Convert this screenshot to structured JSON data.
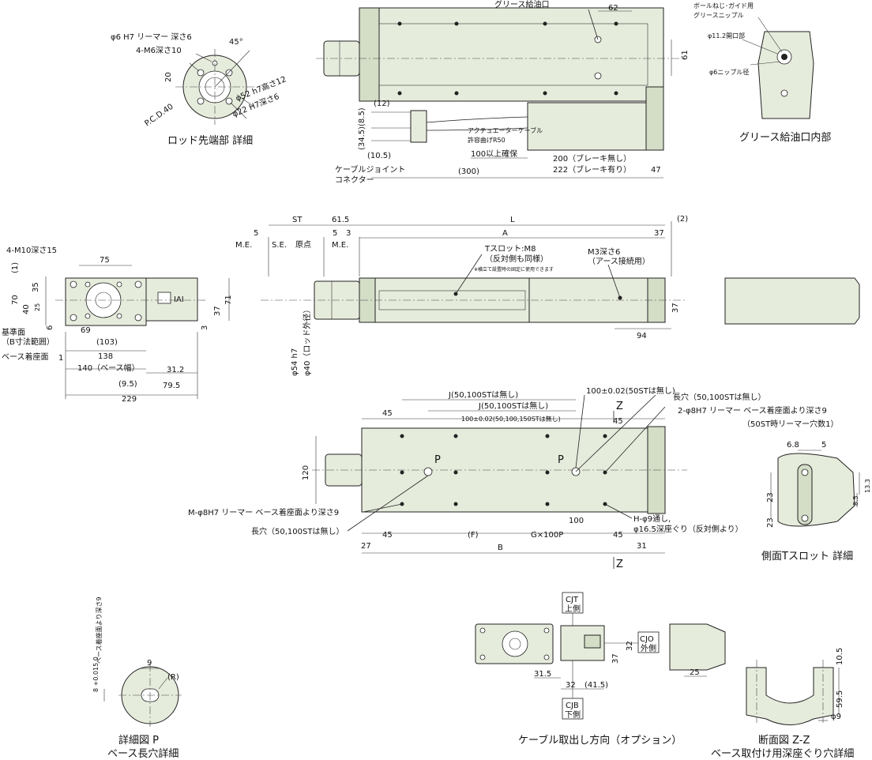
{
  "rod_detail": {
    "title": "ロッド先端部 詳細",
    "labels": [
      "φ6 H7 リーマー 深さ6",
      "4-M6深さ10",
      "45°",
      "20",
      "φ52 h7高さ12",
      "P.C.D.40",
      "φ22 H7深さ6"
    ]
  },
  "top_view": {
    "labels": [
      "グリース給油口",
      "62",
      "61",
      "(12)",
      "(8.5)",
      "(34.5)",
      "(10.5)",
      "アクチュエーターケーブル",
      "許容曲げR50",
      "100以上確保",
      "(300)",
      "200（ブレーキ無し）",
      "222（ブレーキ有り）",
      "47",
      "ケーブルジョイント",
      "コネクター"
    ]
  },
  "grease_detail": {
    "title": "グリース給油口内部",
    "labels": [
      "ボールねじ･ガイド用",
      "グリースニップル",
      "φ11.2開口部",
      "φ6ニップル径"
    ]
  },
  "front_end_view": {
    "labels": [
      "4-M10深さ15",
      "75",
      "(1)",
      "35",
      "70",
      "40",
      "25",
      "6",
      "69",
      "(103)",
      "138",
      "140（ベース幅）",
      "(9.5)",
      "79.5",
      "31.2",
      "229",
      "37",
      "71",
      "3",
      "1",
      "基準面",
      "（B寸法範囲）",
      "ベース着座面",
      "IAI"
    ]
  },
  "side_view": {
    "labels": [
      "ST",
      "61.5",
      "L",
      "(2)",
      "5",
      "5",
      "3",
      "A",
      "37",
      "M.E.",
      "S.E.",
      "原点",
      "M.E.",
      "Tスロット:M8",
      "（反対側も同様）",
      "※横立て設置時の固定に使用できます",
      "M3深さ6",
      "（アース接続用）",
      "37",
      "94",
      "φ54 h7",
      "φ40（ロッド外径）"
    ]
  },
  "bottom_view": {
    "labels": [
      "J(50,100STは無し)",
      "J(50,100STは無し)",
      "100±0.02(50,100,150STは無し)",
      "100±0.02(50STは無し)",
      "長穴（50,100STは無し）",
      "2-φ8H7 リーマー ベース着座面より深さ9",
      "（50ST時リーマー穴数1）",
      "45",
      "45",
      "Z",
      "Z",
      "120",
      "P",
      "P",
      "M-φ8H7 リーマー ベース着座面より深さ9",
      "長穴（50,100STは無し）",
      "100",
      "H-φ9通し,",
      "φ16.5深座ぐり（反対側より）",
      "27",
      "45",
      "(F)",
      "G×100P",
      "45",
      "31",
      "B"
    ]
  },
  "tslot_detail": {
    "title": "側面Tスロット 詳細",
    "labels": [
      "6.8",
      "5",
      "13.3",
      "8.5",
      "23",
      "23"
    ]
  },
  "detail_p": {
    "title": "詳細図 P",
    "subtitle": "ベース長穴詳細",
    "labels": [
      "ベース着座面より深さ9",
      "8 +0.015 0",
      "9",
      "(R)"
    ]
  },
  "cable_direction": {
    "title": "ケーブル取出し方向（オプション）",
    "labels": [
      "CJT",
      "上側",
      "CJO",
      "外側",
      "CJB",
      "下側",
      "32",
      "37",
      "31.5",
      "32",
      "(41.5)",
      "25"
    ]
  },
  "section_zz": {
    "title": "断面図 Z-Z",
    "subtitle": "ベース取付け用深座ぐり穴詳細",
    "labels": [
      "10.5",
      "59.5",
      "φ9"
    ]
  }
}
